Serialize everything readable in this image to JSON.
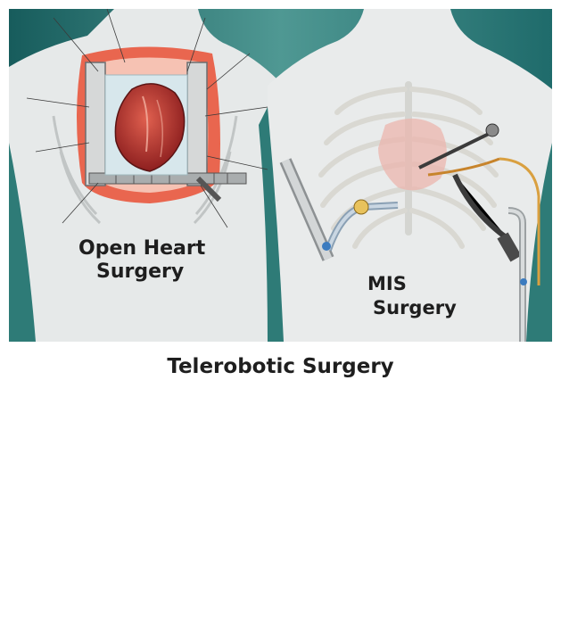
{
  "panels": {
    "open_heart": {
      "line1": "Open Heart",
      "line2": "Surgery"
    },
    "mis": {
      "line1": "MIS",
      "line2": "Surgery"
    },
    "telerobotic": {
      "title": "Telerobotic Surgery"
    }
  },
  "colors": {
    "teal_dark": "#1f6b6b",
    "teal": "#6aaba5",
    "body": "#e8eaea",
    "bone": "#f2f0ec",
    "tissue_red": "#d9473a",
    "heart": "#b82b2b",
    "metal": "#b9bcbd",
    "ink": "#1e1e1e"
  }
}
